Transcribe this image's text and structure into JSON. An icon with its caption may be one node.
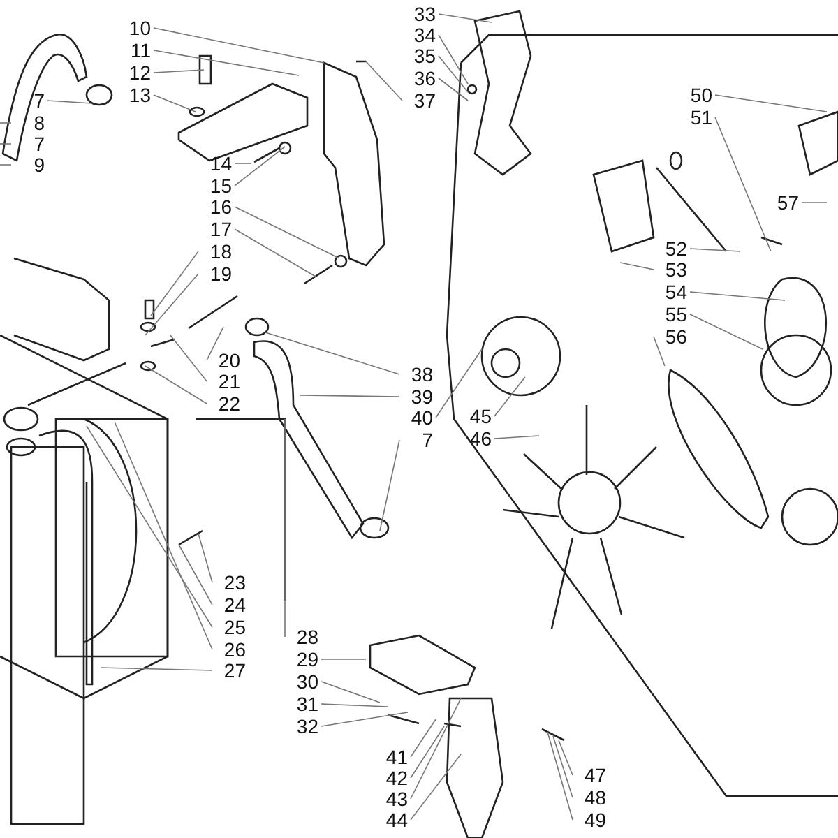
{
  "diagram": {
    "nodes": [
      {
        "text": [
          "7"
        ]
      },
      {
        "text": [
          "8"
        ]
      },
      {
        "text": [
          "7"
        ]
      },
      {
        "text": [
          "9"
        ]
      },
      {
        "text": [
          "10"
        ]
      },
      {
        "text": [
          "11"
        ]
      },
      {
        "text": [
          "12"
        ]
      },
      {
        "text": [
          "13"
        ]
      },
      {
        "text": [
          "14"
        ]
      },
      {
        "text": [
          "15"
        ]
      },
      {
        "text": [
          "16"
        ]
      },
      {
        "text": [
          "17"
        ]
      },
      {
        "text": [
          "18"
        ]
      },
      {
        "text": [
          "19"
        ]
      },
      {
        "text": [
          "20"
        ]
      },
      {
        "text": [
          "21"
        ]
      },
      {
        "text": [
          "22"
        ]
      },
      {
        "text": [
          "23"
        ]
      },
      {
        "text": [
          "24"
        ]
      },
      {
        "text": [
          "25"
        ]
      },
      {
        "text": [
          "26"
        ]
      },
      {
        "text": [
          "27"
        ]
      },
      {
        "text": [
          "28"
        ]
      },
      {
        "text": [
          "29"
        ]
      },
      {
        "text": [
          "30"
        ]
      },
      {
        "text": [
          "31"
        ]
      },
      {
        "text": [
          "32"
        ]
      },
      {
        "text": [
          "33"
        ]
      },
      {
        "text": [
          "34"
        ]
      },
      {
        "text": [
          "35"
        ]
      },
      {
        "text": [
          "36"
        ]
      },
      {
        "text": [
          "37"
        ]
      },
      {
        "text": [
          "38"
        ]
      },
      {
        "text": [
          "39"
        ]
      },
      {
        "text": [
          "40"
        ]
      },
      {
        "text": [
          "7"
        ]
      },
      {
        "text": [
          "41"
        ]
      },
      {
        "text": [
          "42"
        ]
      },
      {
        "text": [
          "43"
        ]
      },
      {
        "text": [
          "44"
        ]
      },
      {
        "text": [
          "45"
        ]
      },
      {
        "text": [
          "46"
        ]
      },
      {
        "text": [
          "47"
        ]
      },
      {
        "text": [
          "48"
        ]
      },
      {
        "text": [
          "49"
        ]
      },
      {
        "text": [
          "50"
        ]
      },
      {
        "text": [
          "51"
        ]
      },
      {
        "text": [
          "52"
        ]
      },
      {
        "text": [
          "53"
        ]
      },
      {
        "text": [
          "54"
        ]
      },
      {
        "text": [
          "55"
        ]
      },
      {
        "text": [
          "56"
        ]
      },
      {
        "text": [
          "57"
        ]
      }
    ],
    "edges": [
      {
        "from": 0,
        "to": null,
        "arrow": "none"
      },
      {
        "from": 1,
        "to": null,
        "arrow": "none"
      },
      {
        "from": 2,
        "to": null,
        "arrow": "none"
      },
      {
        "from": 3,
        "to": null,
        "arrow": "none"
      },
      {
        "from": 4,
        "to": null,
        "arrow": "none"
      },
      {
        "from": 5,
        "to": null,
        "arrow": "none"
      },
      {
        "from": 6,
        "to": null,
        "arrow": "none"
      },
      {
        "from": 7,
        "to": null,
        "arrow": "none"
      },
      {
        "from": 8,
        "to": null,
        "arrow": "none"
      },
      {
        "from": 9,
        "to": null,
        "arrow": "none"
      },
      {
        "from": 10,
        "to": null,
        "arrow": "none"
      },
      {
        "from": 11,
        "to": null,
        "arrow": "none"
      },
      {
        "from": 12,
        "to": null,
        "arrow": "none"
      },
      {
        "from": 13,
        "to": null,
        "arrow": "none"
      },
      {
        "from": 14,
        "to": null,
        "arrow": "none"
      },
      {
        "from": 15,
        "to": null,
        "arrow": "none"
      },
      {
        "from": 16,
        "to": null,
        "arrow": "none"
      },
      {
        "from": 17,
        "to": null,
        "arrow": "none"
      },
      {
        "from": 18,
        "to": null,
        "arrow": "none"
      },
      {
        "from": 19,
        "to": null,
        "arrow": "none"
      },
      {
        "from": 20,
        "to": null,
        "arrow": "none"
      },
      {
        "from": 21,
        "to": null,
        "arrow": "none"
      },
      {
        "from": 22,
        "to": null,
        "arrow": "none"
      },
      {
        "from": 23,
        "to": null,
        "arrow": "none"
      },
      {
        "from": 24,
        "to": null,
        "arrow": "none"
      },
      {
        "from": 25,
        "to": null,
        "arrow": "none"
      },
      {
        "from": 26,
        "to": null,
        "arrow": "none"
      },
      {
        "from": 27,
        "to": null,
        "arrow": "none"
      },
      {
        "from": 28,
        "to": null,
        "arrow": "none"
      },
      {
        "from": 29,
        "to": null,
        "arrow": "none"
      },
      {
        "from": 30,
        "to": null,
        "arrow": "none"
      },
      {
        "from": 31,
        "to": null,
        "arrow": "none"
      },
      {
        "from": 32,
        "to": null,
        "arrow": "none"
      },
      {
        "from": 33,
        "to": null,
        "arrow": "none"
      },
      {
        "from": 34,
        "to": null,
        "arrow": "none"
      },
      {
        "from": 35,
        "to": null,
        "arrow": "none"
      },
      {
        "from": 36,
        "to": null,
        "arrow": "none"
      },
      {
        "from": 37,
        "to": null,
        "arrow": "none"
      },
      {
        "from": 38,
        "to": null,
        "arrow": "none"
      },
      {
        "from": 39,
        "to": null,
        "arrow": "none"
      },
      {
        "from": 40,
        "to": null,
        "arrow": "none"
      },
      {
        "from": 41,
        "to": null,
        "arrow": "none"
      },
      {
        "from": 42,
        "to": null,
        "arrow": "none"
      },
      {
        "from": 43,
        "to": null,
        "arrow": "none"
      },
      {
        "from": 44,
        "to": null,
        "arrow": "none"
      },
      {
        "from": 45,
        "to": null,
        "arrow": "none"
      },
      {
        "from": 46,
        "to": null,
        "arrow": "none"
      },
      {
        "from": 47,
        "to": null,
        "arrow": "none"
      },
      {
        "from": 48,
        "to": null,
        "arrow": "none"
      },
      {
        "from": 49,
        "to": null,
        "arrow": "none"
      },
      {
        "from": 50,
        "to": null,
        "arrow": "none"
      },
      {
        "from": 51,
        "to": null,
        "arrow": "none"
      },
      {
        "from": 52,
        "to": null,
        "arrow": "none"
      }
    ]
  }
}
